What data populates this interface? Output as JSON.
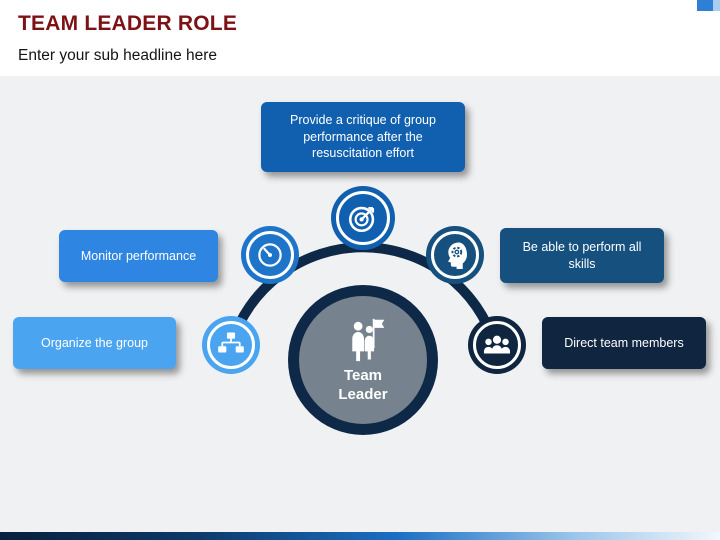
{
  "header": {
    "title": "TEAM LEADER ROLE",
    "subtitle": "Enter your sub headline here"
  },
  "hub": {
    "label": "Team Leader",
    "icon": "team-flag-icon",
    "ring_color": "#0e2948",
    "inner_color": "#76828e"
  },
  "callouts": [
    {
      "id": "critique",
      "label": "Provide a critique of group performance after the resuscitation effort",
      "color": "#1160b0"
    },
    {
      "id": "monitor",
      "label": "Monitor performance",
      "color": "#2e85e2"
    },
    {
      "id": "organize",
      "label": "Organize the group",
      "color": "#4ba4ef"
    },
    {
      "id": "skills",
      "label": "Be able to perform all skills",
      "color": "#15507f"
    },
    {
      "id": "direct",
      "label": "Direct team members",
      "color": "#0f2540"
    }
  ],
  "nodes": [
    {
      "id": "organize",
      "icon": "org-chart-icon",
      "color": "#4ba4ef"
    },
    {
      "id": "monitor",
      "icon": "gauge-icon",
      "color": "#1d74c9"
    },
    {
      "id": "critique",
      "icon": "target-icon",
      "color": "#1160b0"
    },
    {
      "id": "skills",
      "icon": "head-gear-icon",
      "color": "#15507f"
    },
    {
      "id": "direct",
      "icon": "team-icon",
      "color": "#0f2540"
    }
  ],
  "decor": {
    "title_color": "#7c1215",
    "accent_color": "#2e7fd6",
    "arc_color": "#0e2948",
    "bottom_bar_gradient": [
      "#0a1f3c",
      "#1a6fc4",
      "#f2f7fc"
    ]
  }
}
